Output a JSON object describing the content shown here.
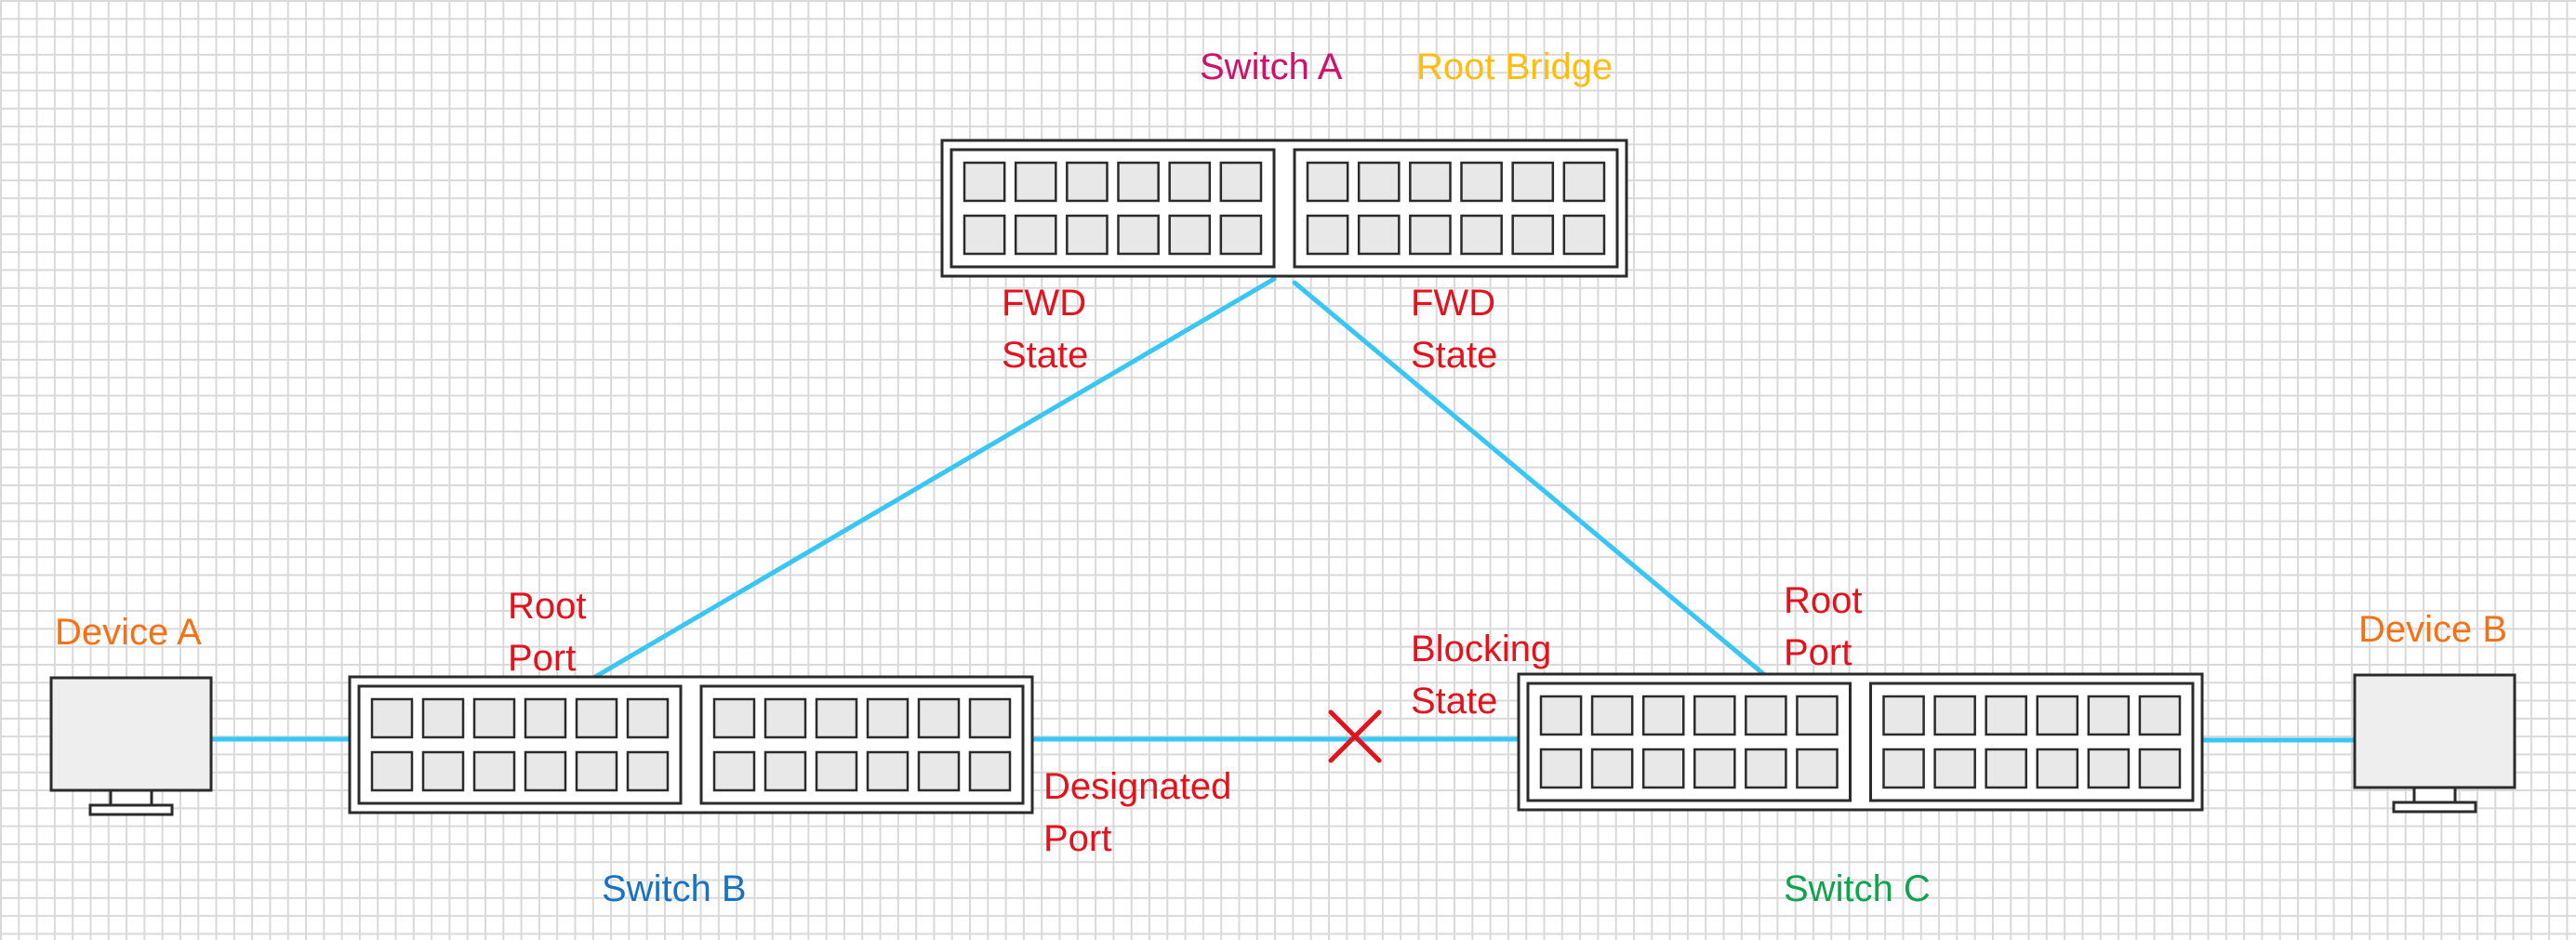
{
  "colors": {
    "link": "#38c6f4",
    "port_label": "#e3121c",
    "switch_a": "#d0116b",
    "root_bridge": "#ffbd10",
    "device": "#f47216",
    "switch_b": "#1572c6",
    "switch_c": "#0fa350",
    "outline": "#2b2b2b",
    "port_fill": "#e8e8e8"
  },
  "switches": {
    "a": {
      "name": "Switch A",
      "role": "Root Bridge"
    },
    "b": {
      "name": "Switch B"
    },
    "c": {
      "name": "Switch C"
    }
  },
  "devices": {
    "a": {
      "name": "Device A"
    },
    "b": {
      "name": "Device B"
    }
  },
  "port_labels": {
    "a_left": {
      "line1": "FWD",
      "line2": "State"
    },
    "a_right": {
      "line1": "FWD",
      "line2": "State"
    },
    "b_root": {
      "line1": "Root",
      "line2": "Port"
    },
    "b_designated": {
      "line1": "Designated",
      "line2": "Port"
    },
    "c_root": {
      "line1": "Root",
      "line2": "Port"
    },
    "c_blocking": {
      "line1": "Blocking",
      "line2": "State"
    }
  },
  "icons": {
    "blocked_link": "x-mark-icon",
    "device": "monitor-icon",
    "switch": "network-switch-icon"
  },
  "switch_module": {
    "rows": 2,
    "ports_per_row": 6
  }
}
